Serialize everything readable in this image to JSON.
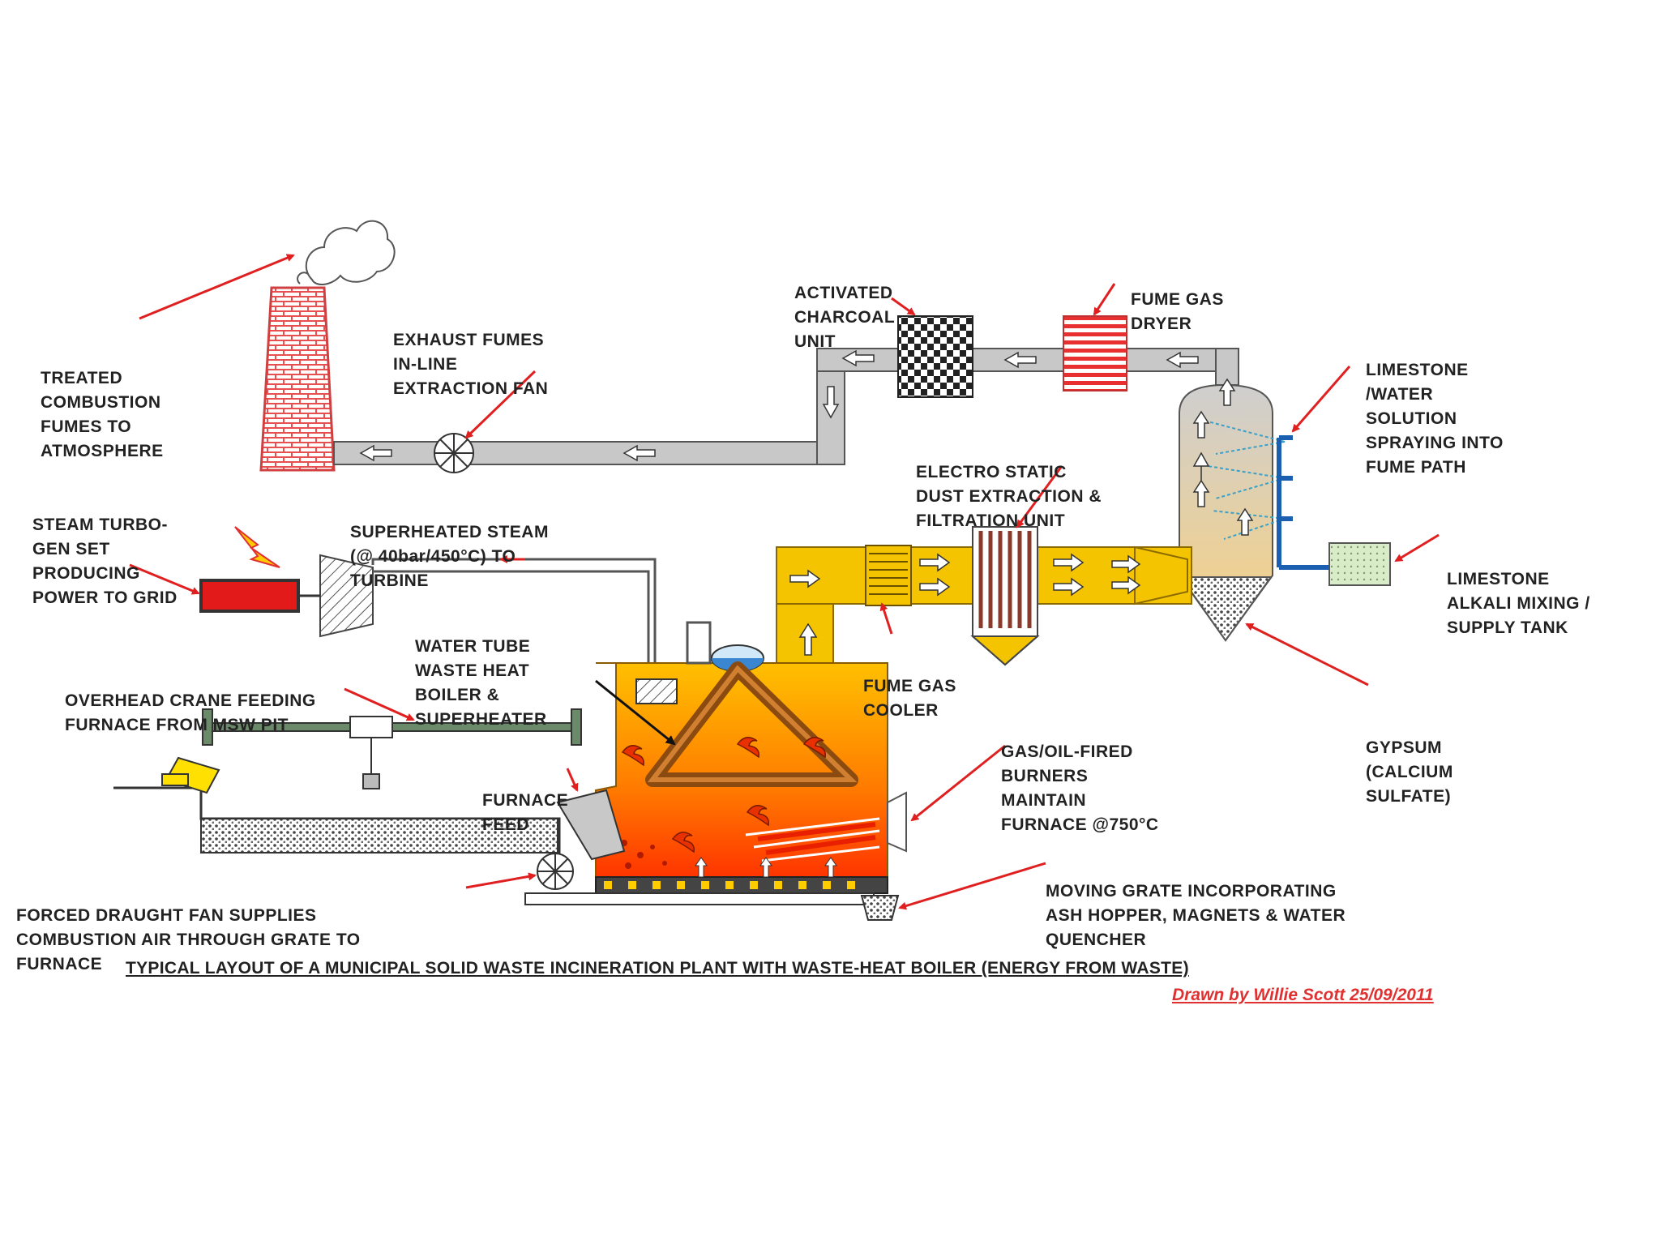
{
  "labels": {
    "treated": [
      "TREATED",
      "COMBUSTION",
      "FUMES TO",
      "ATMOSPHERE"
    ],
    "exhaust": [
      "EXHAUST FUMES",
      "IN-LINE",
      "EXTRACTION FAN"
    ],
    "charcoal": [
      "ACTIVATED",
      "CHARCOAL",
      "UNIT"
    ],
    "dryer": [
      "FUME GAS",
      "DRYER"
    ],
    "limestone_water": [
      "LIMESTONE",
      "/WATER",
      "SOLUTION",
      "SPRAYING INTO",
      "FUME PATH"
    ],
    "electrostatic": [
      "ELECTRO STATIC",
      "DUST EXTRACTION &",
      "FILTRATION UNIT"
    ],
    "turbo": [
      "STEAM TURBO-",
      "GEN SET",
      "PRODUCING",
      "POWER TO GRID"
    ],
    "steam": [
      "SUPERHEATED STEAM",
      "(@ 40bar/450°C) TO",
      "TURBINE"
    ],
    "limestone_tank": [
      "LIMESTONE",
      "ALKALI MIXING /",
      "SUPPLY TANK"
    ],
    "boiler": [
      "WATER TUBE",
      "WASTE HEAT",
      "BOILER &",
      "SUPERHEATER"
    ],
    "crane": [
      "OVERHEAD CRANE FEEDING",
      "FURNACE FROM MSW PIT"
    ],
    "cooler": [
      "FUME GAS",
      "COOLER"
    ],
    "gypsum": [
      "GYPSUM",
      "(CALCIUM",
      "SULFATE)"
    ],
    "burners": [
      "GAS/OIL-FIRED",
      "BURNERS",
      "MAINTAIN",
      "FURNACE @750°C"
    ],
    "feed": [
      "FURNACE",
      "FEED"
    ],
    "grate": [
      "MOVING GRATE INCORPORATING",
      "ASH HOPPER, MAGNETS & WATER",
      "QUENCHER"
    ],
    "fan": [
      "FORCED DRAUGHT FAN SUPPLIES",
      "COMBUSTION AIR THROUGH GRATE TO",
      "FURNACE"
    ]
  },
  "title": "TYPICAL LAYOUT OF A MUNICIPAL SOLID WASTE INCINERATION PLANT WITH WASTE-HEAT BOILER (ENERGY FROM WASTE)",
  "credit": "Drawn by Willie Scott 25/09/2011",
  "colors": {
    "arrow": "#e02020",
    "duct_grey": "#c0c0c0",
    "duct_yellow": "#f5c400",
    "brick": "#e85050",
    "fire_top": "#ffb000",
    "fire_bottom": "#ff3a00",
    "tank_green": "#d8ecc8",
    "scrubber": "#d9d9d9",
    "water_blue": "#2070c0"
  }
}
